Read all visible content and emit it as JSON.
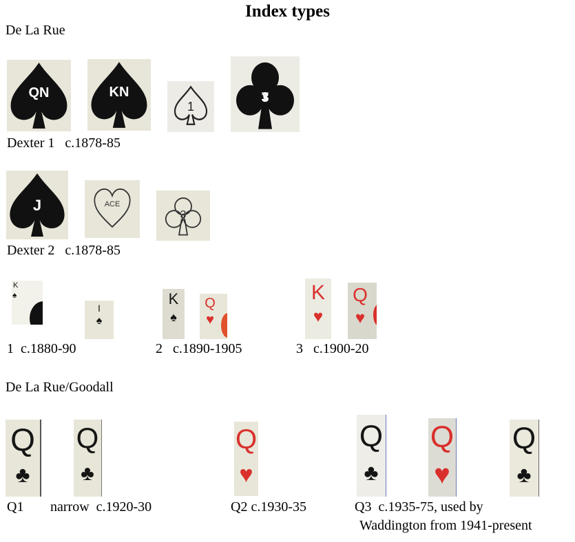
{
  "title": "Index types",
  "sections": {
    "s1": "De La Rue",
    "s2": "De La Rue/Goodall"
  },
  "captions": {
    "dexter1": "Dexter 1   c.1878-85",
    "dexter2": "Dexter 2   c.1878-85",
    "r3a": "1  c.1880-90",
    "r3b": "2   c.1890-1905",
    "r3c": "3   c.1900-20",
    "q1": "Q1",
    "narrow": "narrow  c.1920-30",
    "q2": "Q2 c.1930-35",
    "q3": "Q3  c.1935-75, used by",
    "q3b": "Waddington from 1941-present"
  },
  "images": {
    "d1a": {
      "suit": "♠",
      "rank": "QN"
    },
    "d1b": {
      "suit": "♠",
      "rank": "KN"
    },
    "d1c": {
      "suit": "♤",
      "rank": "1"
    },
    "d1d": {
      "suit": "♣",
      "rank": "3"
    },
    "d2a": {
      "suit": "♠",
      "rank": "J"
    },
    "d2b": {
      "suit": "♡",
      "rank": "ACE"
    },
    "d2c": {
      "suit": "♧",
      "rank": "3"
    },
    "r3_1": {
      "rank": "K",
      "suit": "♠"
    },
    "r3_2": {
      "rank": "I",
      "suit": "♠"
    },
    "r3_3": {
      "rank": "K",
      "suit": "♠"
    },
    "r3_4": {
      "rank": "Q",
      "suit": "♥"
    },
    "r3_5": {
      "rank": "K",
      "suit": "♥"
    },
    "r3_6": {
      "rank": "Q",
      "suit": "♥"
    },
    "q_1": {
      "rank": "Q",
      "suit": "♣"
    },
    "q_2": {
      "rank": "Q",
      "suit": "♣"
    },
    "q_3": {
      "rank": "Q",
      "suit": "♥"
    },
    "q_4": {
      "rank": "Q",
      "suit": "♣"
    },
    "q_5": {
      "rank": "Q",
      "suit": "♥"
    },
    "q_6": {
      "rank": "Q",
      "suit": "♣"
    }
  }
}
